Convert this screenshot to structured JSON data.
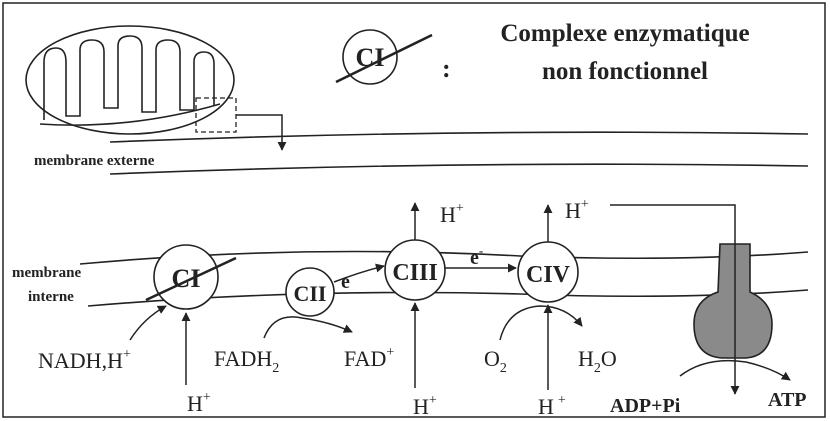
{
  "legend": {
    "crossed_complex_symbol": "CI",
    "colon": ":",
    "line1": "Complexe enzymatique",
    "line2": "non fonctionnel"
  },
  "labels": {
    "outer_membrane": "membrane externe",
    "inner_membrane_line1": "membrane",
    "inner_membrane_line2": "interne"
  },
  "complexes": {
    "ci": "CI",
    "cii": "CII",
    "ciii": "CIII",
    "civ": "CIV"
  },
  "electrons": {
    "e1": "e",
    "e2_base": "e",
    "e2_sup": "-"
  },
  "substrates": {
    "nadh_base": "NADH",
    "nadh_comma": ",",
    "nadh_h": "H",
    "nadh_plus": "+",
    "fadh_base": "FADH",
    "fadh_sub": "2",
    "fad_base": "FAD",
    "fad_plus": "+",
    "o2_base": "O",
    "o2_sub": "2",
    "h2o_h": "H",
    "h2o_sub": "2",
    "h2o_o": "O"
  },
  "protons": {
    "h": "H",
    "plus": "+"
  },
  "atp_synthase": {
    "adp": "ADP+Pi",
    "atp": "ATP"
  }
}
